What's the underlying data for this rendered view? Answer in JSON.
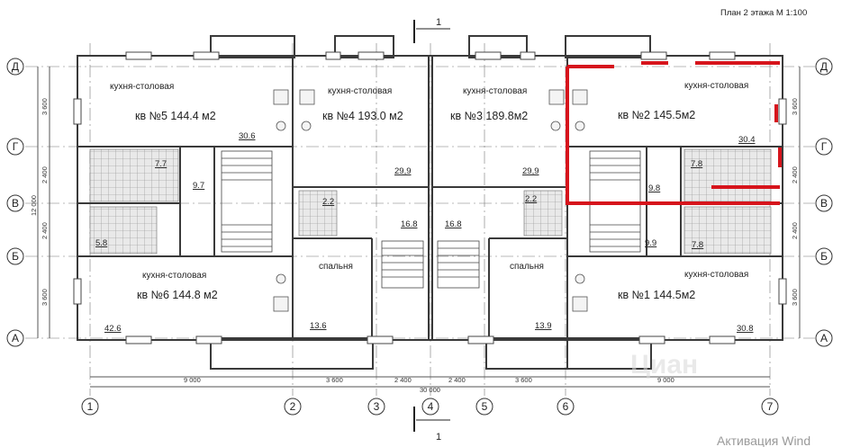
{
  "header": {
    "title": "План 2 этажа  М 1:100"
  },
  "section_marks": {
    "label": "1"
  },
  "axes": {
    "rows": [
      "Д",
      "Г",
      "В",
      "Б",
      "А"
    ],
    "cols": [
      "1",
      "2",
      "3",
      "4",
      "5",
      "6",
      "7"
    ]
  },
  "dimensions": {
    "bottom": [
      "9 000",
      "3 600",
      "2 400",
      "2 400",
      "3 600",
      "9 000"
    ],
    "total": "30 000",
    "side_left": [
      "3 600",
      "2 400",
      "2 400",
      "3 600"
    ],
    "side_total": "12 000",
    "side_right": [
      "3 600",
      "2 400",
      "2 400",
      "3 600"
    ]
  },
  "rooms": {
    "kitchen_dining": "кухня-столовая",
    "bedroom": "спальня"
  },
  "apartments": {
    "apt5": "кв №5  144.4 м2",
    "apt4": "кв №4  193.0 м2",
    "apt3": "кв №3  189.8м2",
    "apt2": "кв №2  145.5м2",
    "apt6": "кв №6  144.8 м2",
    "apt1": "кв №1  144.5м2"
  },
  "areas": {
    "a5_kitchen": "30.6",
    "a4_hall": "29,9",
    "a3_hall": "29,9",
    "a2_kitchen": "30.4",
    "a5_bath": "7.7",
    "a5_hall": "9.7",
    "a4_bath": "2.2",
    "a3_bath": "2.2",
    "a2_hall": "9.8",
    "a2_bath": "7.8",
    "a6_bath": "5.8",
    "a4_stair": "16.8",
    "a3_stair": "16.8",
    "a1_hall": "9.9",
    "a1_bath": "7.8",
    "a6_kitchen": "42.6",
    "a4_bedroom": "13.6",
    "a3_bedroom": "13.9",
    "a1_kitchen": "30.8"
  },
  "watermark": {
    "text": "Циан"
  },
  "os_notice": {
    "text": "Активация Wind"
  },
  "colors": {
    "highlight": "#d6141c",
    "lines": "#3a3a3a"
  }
}
